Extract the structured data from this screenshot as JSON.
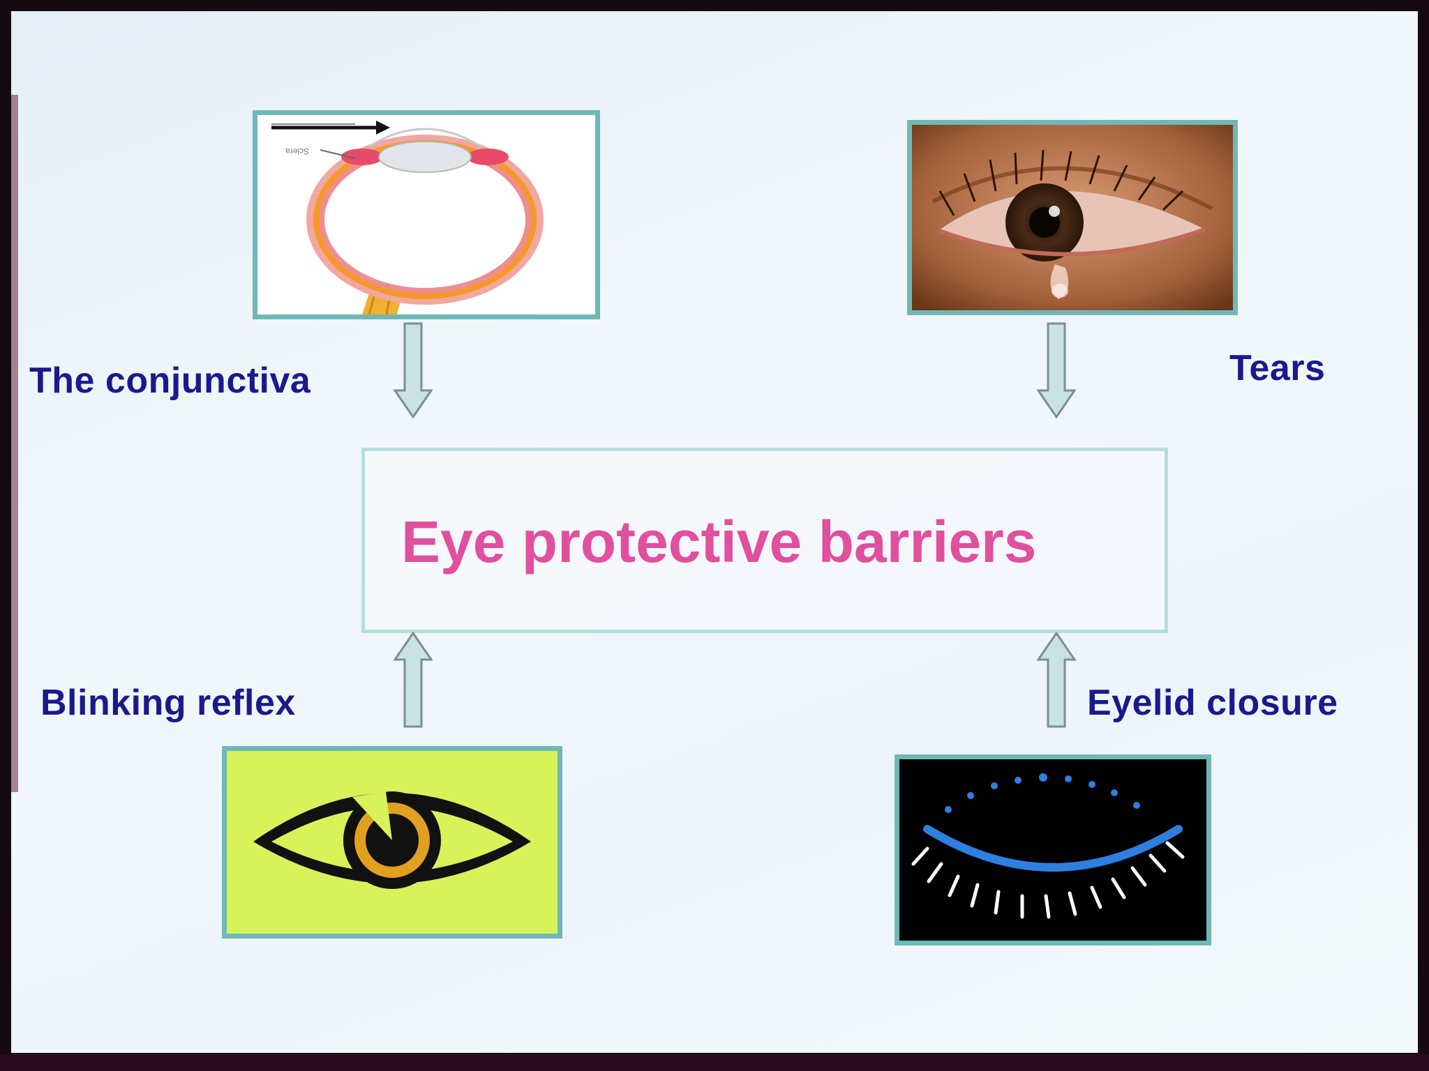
{
  "diagram": {
    "center": {
      "title": "Eye protective barriers"
    },
    "inputs": [
      {
        "label": "The conjunctiva",
        "image": "eye-anatomy-icon"
      },
      {
        "label": "Tears",
        "image": "tearful-eye-photo"
      },
      {
        "label": "Blinking reflex",
        "image": "stylized-eye-icon"
      },
      {
        "label": "Eyelid closure",
        "image": "closed-eyelid-icon"
      }
    ],
    "colors": {
      "title": "#e0509e",
      "labels": "#1a1a8c",
      "frame_border": "#6fb8b8",
      "arrow_fill": "#c9e3e3",
      "arrow_stroke": "#7a8f8f"
    }
  }
}
